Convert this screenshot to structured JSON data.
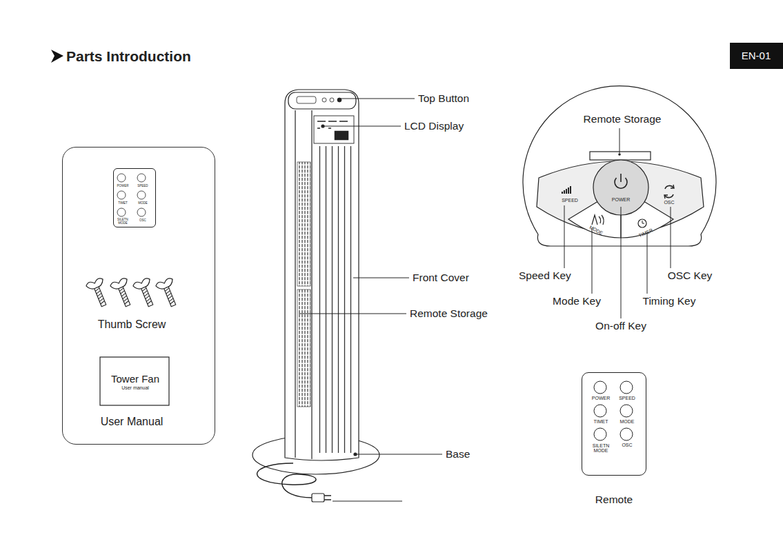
{
  "diagram": {
    "title": "Parts Introduction",
    "nodes": [
      {
        "text": [
          "Thumb Screw",
          "User Manual"
        ]
      },
      {
        "text": [
          "POWER",
          "SPEED",
          "TIMET",
          "MODE",
          "SILETN MODE",
          "OSC"
        ],
        "in": 0
      },
      {
        "text": [
          "Tower Fan",
          "User manual"
        ],
        "in": 0
      },
      {
        "text": [
          "POWER"
        ]
      },
      {
        "text": [
          "SPEED"
        ]
      },
      {
        "text": [
          "MODE"
        ]
      },
      {
        "text": [
          "TIMER"
        ]
      },
      {
        "text": [
          "OSC"
        ]
      },
      {
        "text": [
          "POWER",
          "SPEED",
          "TIMET",
          "MODE",
          "SILETN MODE",
          "OSC"
        ]
      }
    ],
    "labels": [
      "EN-01",
      "Top Button",
      "LCD Display",
      "Front Cover",
      "Remote Storage",
      "Base",
      "Remote Storage",
      "Speed Key",
      "Mode Key",
      "On-off Key",
      "Timing Key",
      "OSC Key",
      "Remote"
    ]
  }
}
